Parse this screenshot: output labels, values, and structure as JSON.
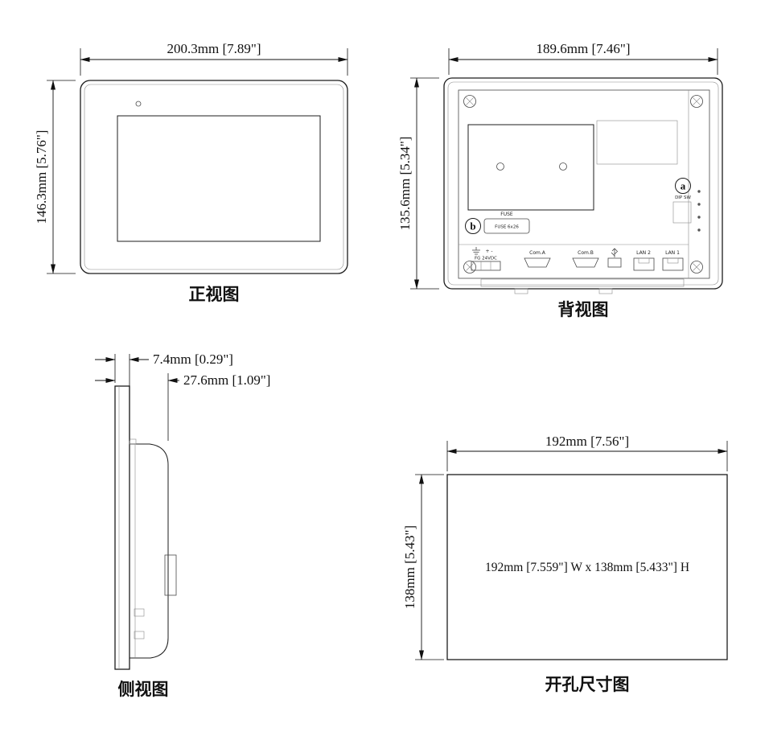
{
  "drawing": {
    "front": {
      "label": "正视图",
      "dim_width": "200.3mm [7.89\"]",
      "dim_height": "146.3mm [5.76\"]"
    },
    "back": {
      "label": "背视图",
      "dim_width": "189.6mm [7.46\"]",
      "dim_height": "135.6mm [5.34\"]",
      "callout_a": "a",
      "dip_sw": "DIP SW",
      "callout_b": "b",
      "fuse_title": "FUSE",
      "fuse_text": "FUSE 6x26",
      "power_marks": "+ -",
      "power_label": "FG 24VDC",
      "com_a": "Com.A",
      "com_b": "Com.B",
      "lan2": "LAN 2",
      "lan1": "LAN 1"
    },
    "side": {
      "label": "侧视图",
      "dim_depth_bezel": "7.4mm [0.29\"]",
      "dim_depth_total": "27.6mm [1.09\"]"
    },
    "cutout": {
      "label": "开孔尺寸图",
      "dim_width": "192mm [7.56\"]",
      "dim_height": "138mm [5.43\"]",
      "center_text": "192mm [7.559\"] W x 138mm [5.433\"] H"
    }
  }
}
